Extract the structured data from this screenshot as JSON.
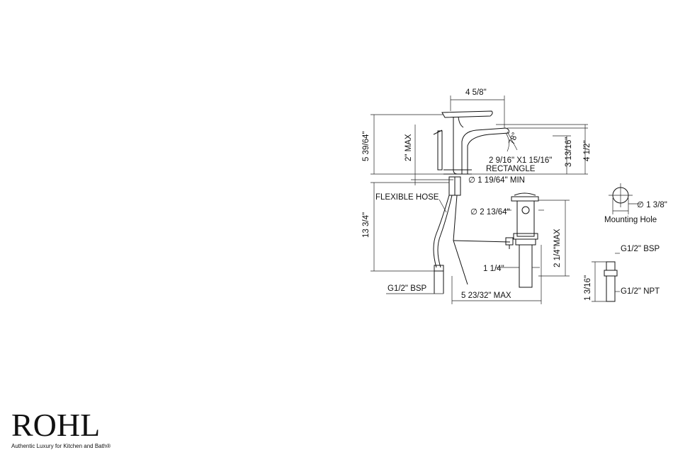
{
  "dimensions": {
    "spout_reach": "4 5/8\"",
    "overall_height": "5 39/64\"",
    "spout_height": "4 1/2\"",
    "aerator_height": "3 13/16\"",
    "deck_thickness_max": "2\" MAX",
    "angle": "78°",
    "base_rectangle_line1": "2 9/16\" X1 15/16\"",
    "base_rectangle_line2": "RECTANGLE",
    "deck_hole_min": "∅ 1 19/64\" MIN",
    "hose_label": "FLEXIBLE HOSE",
    "hose_length": "13 3/4\"",
    "hose_thread": "G1/2\" BSP",
    "drain_diameter": "∅ 2 13/64\"",
    "drain_body_max": "2 1/4\"MAX",
    "drain_tail": "1 1/4\"",
    "drain_reach_max": "5 23/32\" MAX"
  },
  "mounting": {
    "hole_diameter": "∅ 1 3/8\"",
    "label": "Mounting Hole"
  },
  "fitting": {
    "top_thread": "G1/2\" BSP",
    "bottom_thread": "G1/2\" NPT",
    "length": "1 3/16\""
  },
  "logo": {
    "word": "ROHL",
    "tagline": "Authentic Luxury for Kitchen and Bath®"
  }
}
